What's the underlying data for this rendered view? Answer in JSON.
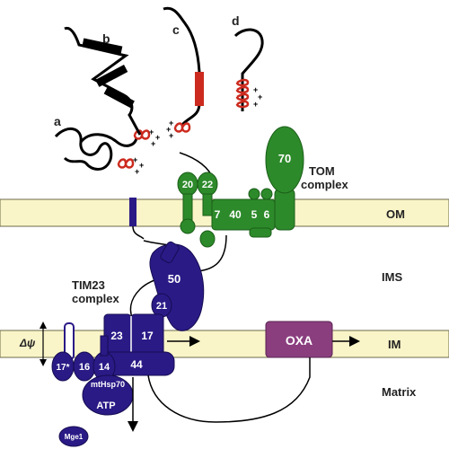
{
  "precursor_labels": {
    "a": "a",
    "b": "b",
    "c": "c",
    "d": "d"
  },
  "plus_sign": "+",
  "membranes": {
    "om": "OM",
    "ims": "IMS",
    "im": "IM",
    "matrix": "Matrix"
  },
  "tom_complex": {
    "title_line1": "TOM",
    "title_line2": "complex",
    "subunits": {
      "tom70": "70",
      "tom20": "20",
      "tom22": "22",
      "tom7": "7",
      "tom40": "40",
      "tom5": "5",
      "tom6": "6"
    }
  },
  "tim23_complex": {
    "title_line1": "TIM23",
    "title_line2": "complex",
    "subunits": {
      "tim50": "50",
      "tim21": "21",
      "tim23": "23",
      "tim17": "17",
      "tim44": "44",
      "tim17star": "17*",
      "tim16": "16",
      "tim14": "14"
    }
  },
  "matrix_components": {
    "mthsp70": "mtHsp70",
    "atp": "ATP",
    "mge1": "Mge1"
  },
  "oxa": "OXA",
  "membrane_potential": "Δψ",
  "colors": {
    "membrane_fill": "#faf5c8",
    "membrane_stroke": "#6e6a4a",
    "tom_green": "#2d8a2a",
    "tom_green_dark": "#1a5e18",
    "tim_blue": "#2a1a86",
    "tim_blue_dark": "#150c52",
    "oxa_purple": "#8a3e7e",
    "presequence_red": "#cc2a1e"
  }
}
